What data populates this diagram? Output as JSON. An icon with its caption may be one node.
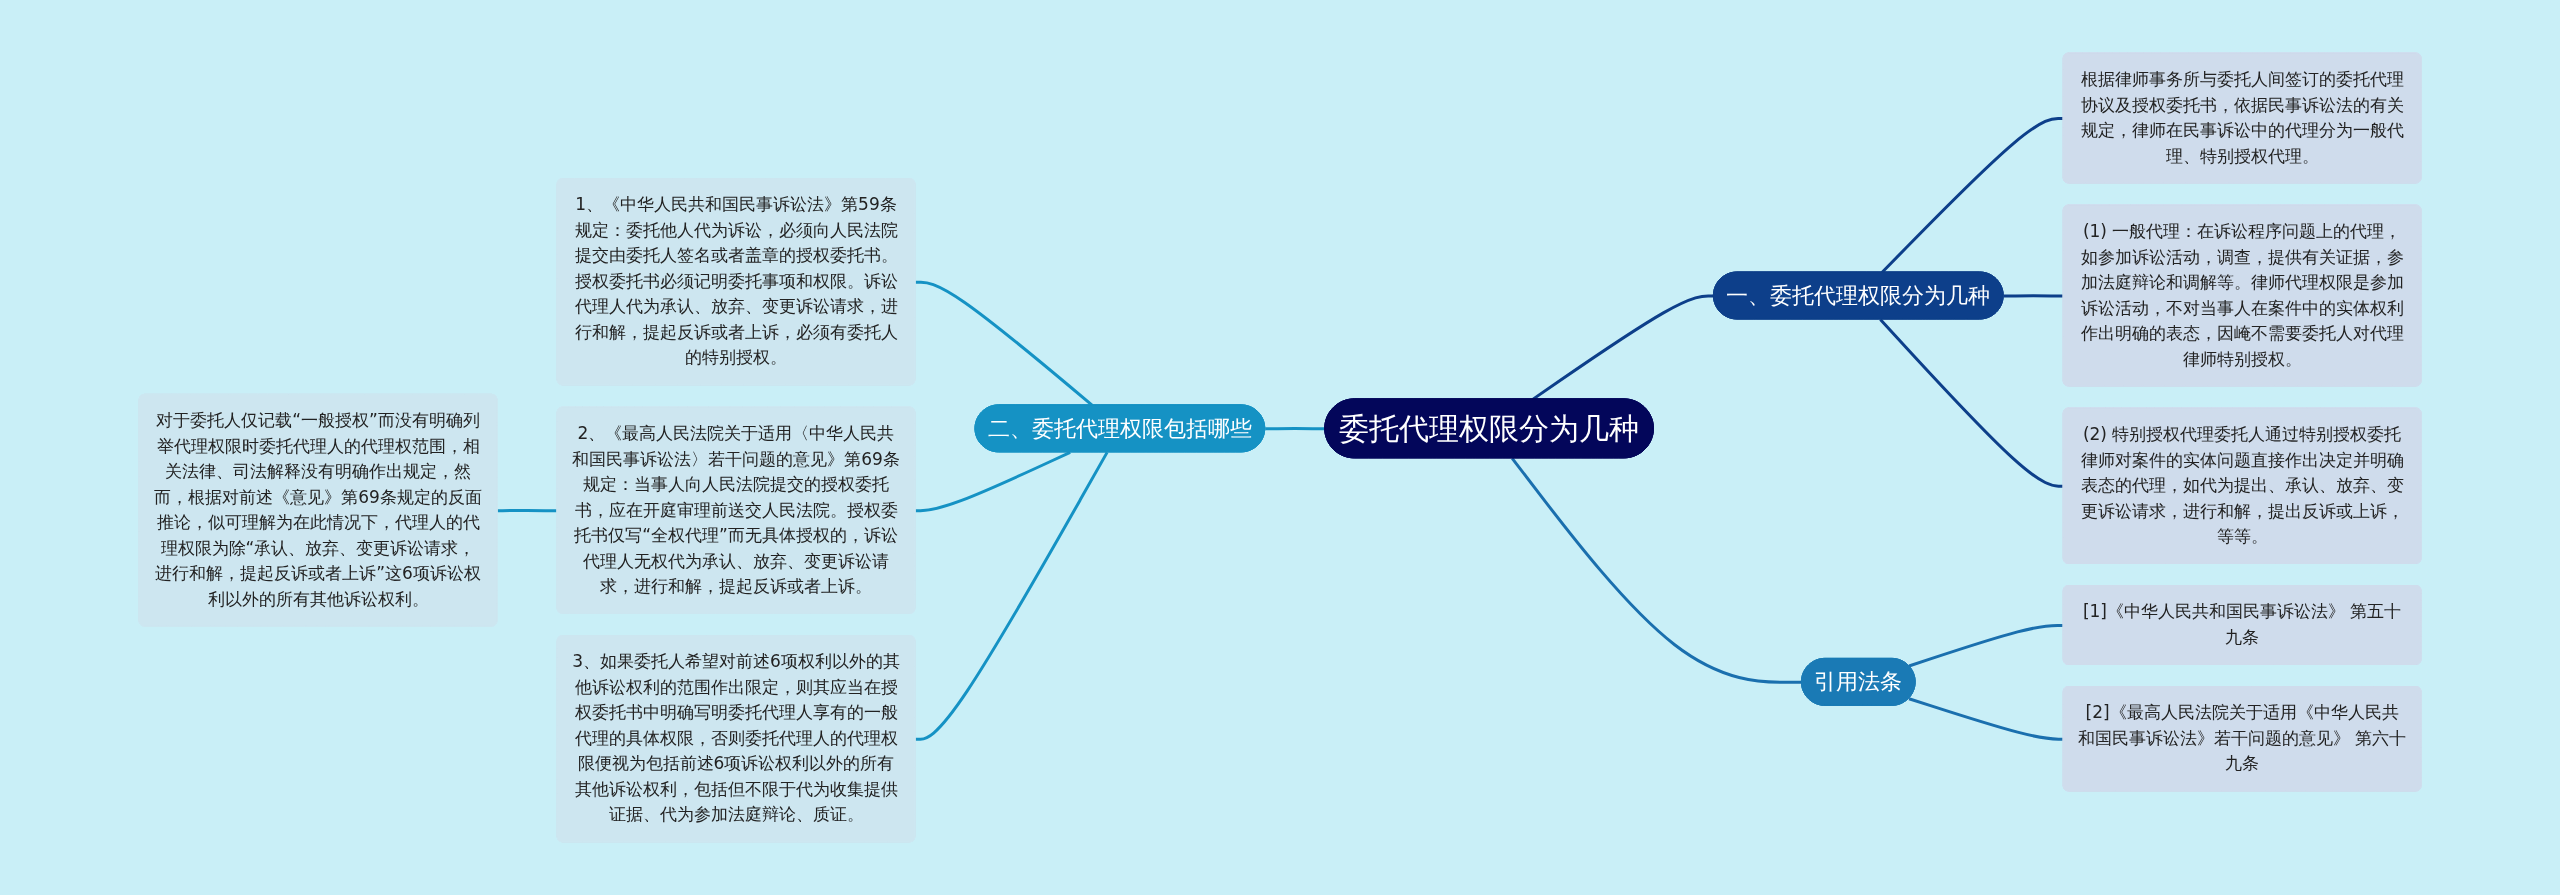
{
  "diagram": {
    "nodes": [
      {
        "text": [
          "委托代理权限分为几种"
        ]
      },
      {
        "text": [
          "一、委托代理权限分为几种"
        ]
      },
      {
        "text": [
          "根据律师事务所与委托人间签订的委托代理协议及授权委托书，依据民事诉讼法的有关规定，律师在民事诉讼中的代理分为一般代理、特别授权代理。"
        ]
      },
      {
        "text": [
          "(1) 一般代理：在诉讼程序问题上的代理，如参加诉讼活动，调查，提供有关证据，参加法庭辩论和调解等。律师代理权限是参加诉讼活动，不对当事人在案件中的实体权利作出明确的表态，因崦不需要委托人对代理律师特别授权。"
        ]
      },
      {
        "text": [
          "(2) 特别授权代理委托人通过特别授权委托律师对案件的实体问题直接作出决定并明确表态的代理，如代为提出、承认、放弃、变更诉讼请求，进行和解，提出反诉或上诉，等等。"
        ]
      },
      {
        "text": [
          "二、委托代理权限包括哪些"
        ]
      },
      {
        "text": [
          "1、《中华人民共和国民事诉讼法》第59条规定：委托他人代为诉讼，必须向人民法院提交由委托人签名或者盖章的授权委托书。授权委托书必须记明委托事项和权限。诉讼代理人代为承认、放弃、变更诉讼请求，进行和解，提起反诉或者上诉，必须有委托人的特别授权。"
        ]
      },
      {
        "text": [
          "2、《最高人民法院关于适用〈中华人民共和国民事诉讼法〉若干问题的意见》第69条规定：当事人向人民法院提交的授权委托书，应在开庭审理前送交人民法院。授权委托书仅写“全权代理”而无具体授权的，诉讼代理人无权代为承认、放弃、变更诉讼请求，进行和解，提起反诉或者上诉。"
        ]
      },
      {
        "text": [
          "3、如果委托人希望对前述6项权利以外的其他诉讼权利的范围作出限定，则其应当在授权委托书中明确写明委托代理人享有的一般代理的具体权限，否则委托代理人的代理权限便视为包括前述6项诉讼权利以外的所有其他诉讼权利，包括但不限于代为收集提供证据、代为参加法庭辩论、质证。"
        ]
      },
      {
        "text": [
          "对于委托人仅记载“一般授权”而没有明确列举代理权限时委托代理人的代理权范围，相关法律、司法解释没有明确作出规定，然而，根据对前述《意见》第69条规定的反面推论，似可理解为在此情况下，代理人的代理权限为除“承认、放弃、变更诉讼请求，进行和解，提起反诉或者上诉”这6项诉讼权利以外的所有其他诉讼权利。"
        ]
      },
      {
        "text": [
          "引用法条"
        ]
      },
      {
        "text": [
          "[1]《中华人民共和国民事诉讼法》 第五十九条"
        ]
      },
      {
        "text": [
          "[2]《最高人民法院关于适用《中华人民共和国民事诉讼法》若干问题的意见》 第六十九条"
        ]
      }
    ],
    "edges": [
      {
        "from": 0,
        "to": 1,
        "arrow": "none",
        "color": "#0d3f8a"
      },
      {
        "from": 1,
        "to": 2,
        "arrow": "none",
        "color": "#0d3f8a"
      },
      {
        "from": 1,
        "to": 3,
        "arrow": "none",
        "color": "#0d3f8a"
      },
      {
        "from": 1,
        "to": 4,
        "arrow": "none",
        "color": "#0d3f8a"
      },
      {
        "from": 0,
        "to": 5,
        "arrow": "none"
      },
      {
        "from": 5,
        "to": 6,
        "arrow": "none"
      },
      {
        "from": 5,
        "to": 7,
        "arrow": "none"
      },
      {
        "from": 5,
        "to": 8,
        "arrow": "none"
      },
      {
        "from": 7,
        "to": 9,
        "arrow": "none"
      },
      {
        "from": 0,
        "to": 10,
        "arrow": "none",
        "color": "#1a6fae"
      },
      {
        "from": 10,
        "to": 11,
        "arrow": "none",
        "color": "#1a6fae"
      },
      {
        "from": 10,
        "to": 12,
        "arrow": "none",
        "color": "#1a6fae"
      }
    ]
  }
}
